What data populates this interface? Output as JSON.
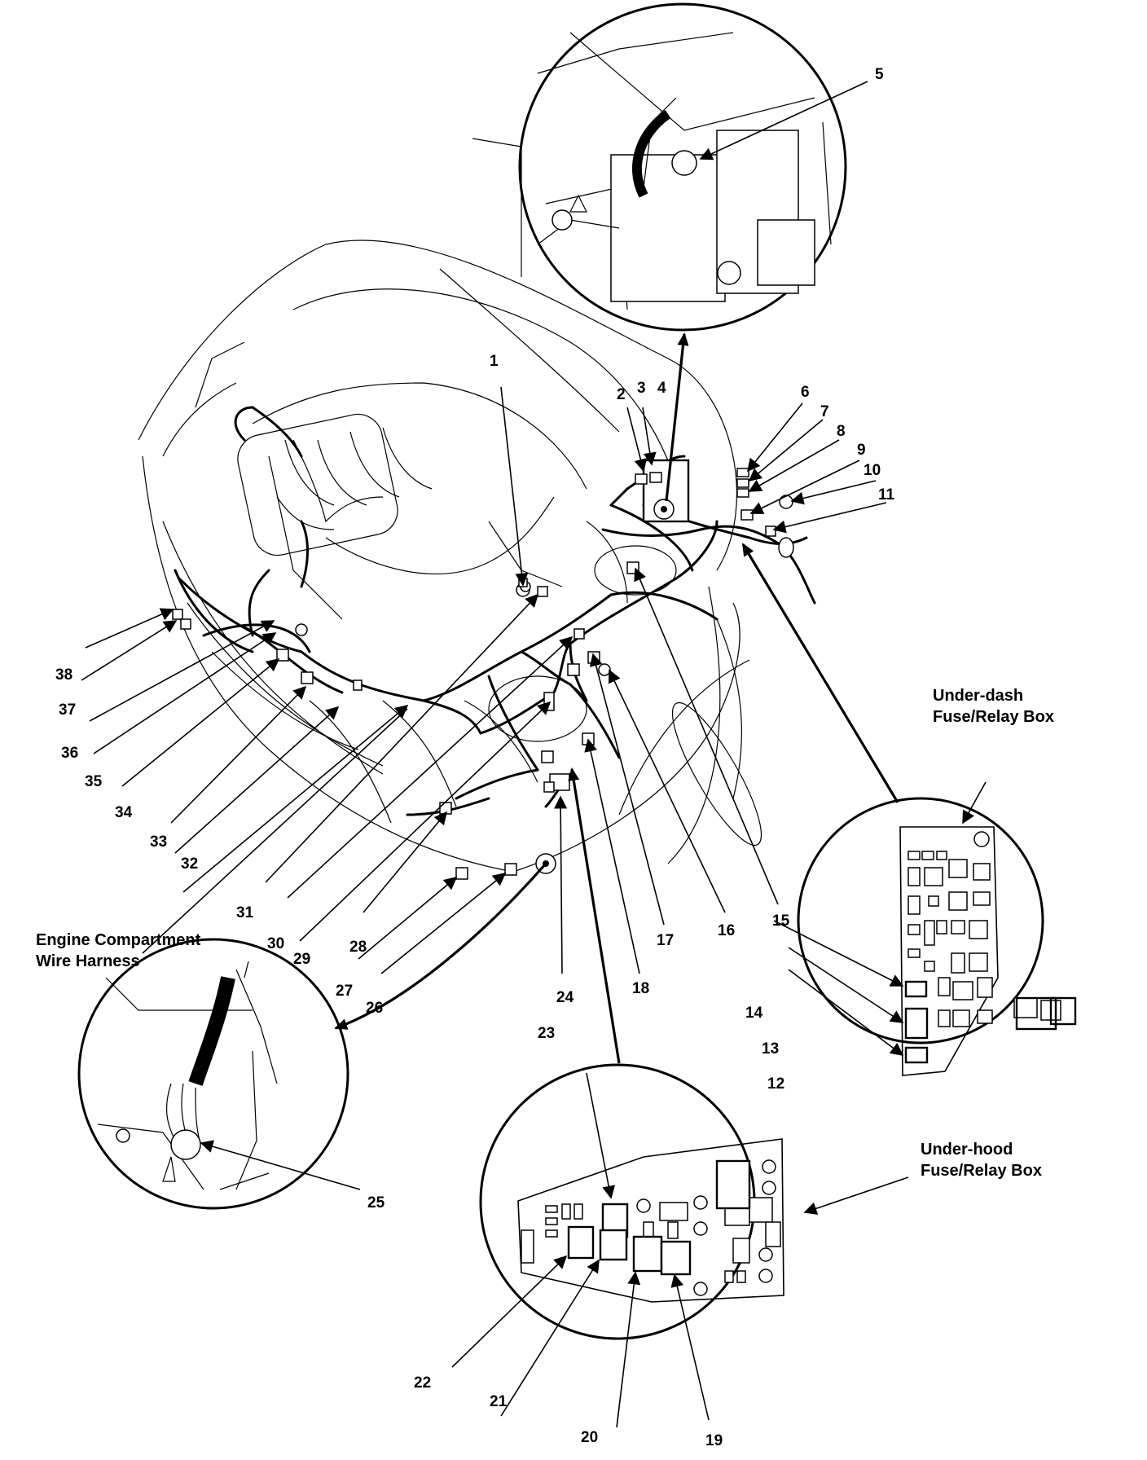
{
  "callouts": {
    "c1": "1",
    "c2": "2",
    "c3": "3",
    "c4": "4",
    "c5": "5",
    "c6": "6",
    "c7": "7",
    "c8": "8",
    "c9": "9",
    "c10": "10",
    "c11": "11",
    "c12": "12",
    "c13": "13",
    "c14": "14",
    "c15": "15",
    "c16": "16",
    "c17": "17",
    "c18": "18",
    "c19": "19",
    "c20": "20",
    "c21": "21",
    "c22": "22",
    "c23": "23",
    "c24": "24",
    "c25": "25",
    "c26": "26",
    "c27": "27",
    "c28": "28",
    "c29": "29",
    "c30": "30",
    "c31": "31",
    "c32": "32",
    "c33": "33",
    "c34": "34",
    "c35": "35",
    "c36": "36",
    "c37": "37",
    "c38": "38"
  },
  "labels": {
    "under_dash_line1": "Under-dash",
    "under_dash_line2": "Fuse/Relay Box",
    "under_hood_line1": "Under-hood",
    "under_hood_line2": "Fuse/Relay Box",
    "harness_line1": "Engine Compartment",
    "harness_line2": "Wire Harness"
  }
}
